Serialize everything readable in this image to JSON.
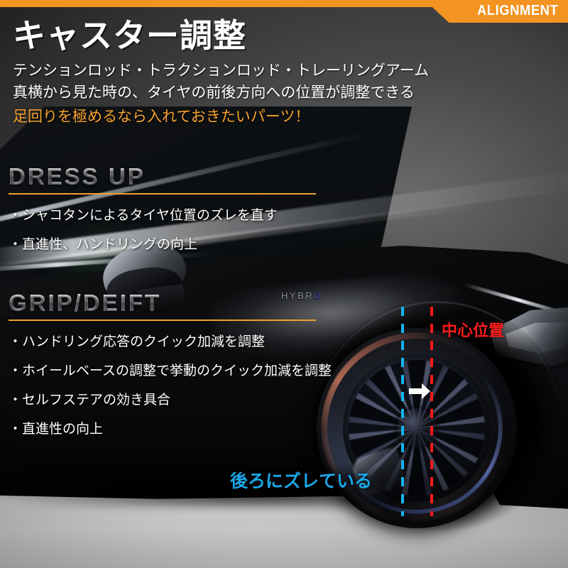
{
  "page": {
    "badge_label": "ALIGNMENT",
    "title": "キャスター調整",
    "accent_color": "#f39322",
    "subtitle_lines": [
      "テンションロッド・トラクションロッド・トレーリングアーム",
      "真横から見た時の、タイヤの前後方向への位置が調整できる",
      "足回りを極めるなら入れておきたいパーツ！"
    ],
    "highlight_color": "#f5a22b"
  },
  "sections": [
    {
      "heading": "DRESS UP",
      "bullets": [
        "・シャコタンによるタイヤ位置のズレを直す",
        "・直進性、ハンドリングの向上"
      ]
    },
    {
      "heading": "GRIP/DEIFT",
      "bullets": [
        "・ハンドリング応答のクイック加減を調整",
        "・ホイールベースの調整で挙動のクイック加減を調整",
        "・セルフステアの効き具合",
        "・直進性の向上"
      ]
    }
  ],
  "annotations": {
    "center_position": "中心位置",
    "center_position_color": "#fb1c1c",
    "shifted_rear": "後ろにズレている",
    "shifted_rear_color": "#1aa7e8",
    "arrow": "→"
  },
  "vehicle": {
    "hybrid_badge_prefix": "HYBR",
    "hybrid_badge_suffix": "D"
  }
}
